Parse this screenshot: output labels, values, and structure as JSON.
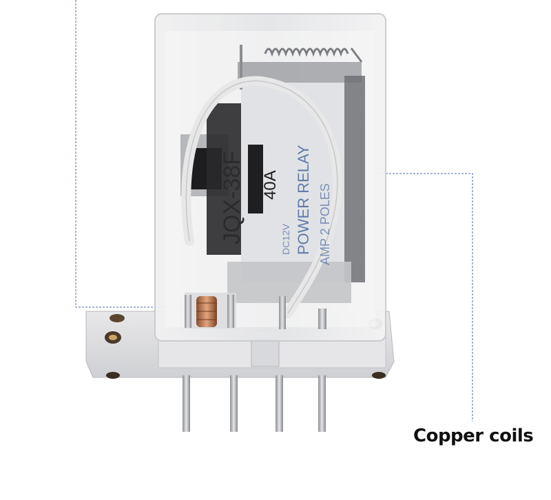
{
  "callout": {
    "label": "Copper coils"
  },
  "relay_markings": {
    "model": "JQX-38F",
    "rating": "40A",
    "type": "POWER RELAY",
    "voltage": "DC12V",
    "poles": "AMP 2 POLES"
  },
  "colors": {
    "leader_line": "#4a6aa8",
    "housing": "#e9e9ea",
    "copper": "#c9825a",
    "base": "#dcdcde"
  }
}
